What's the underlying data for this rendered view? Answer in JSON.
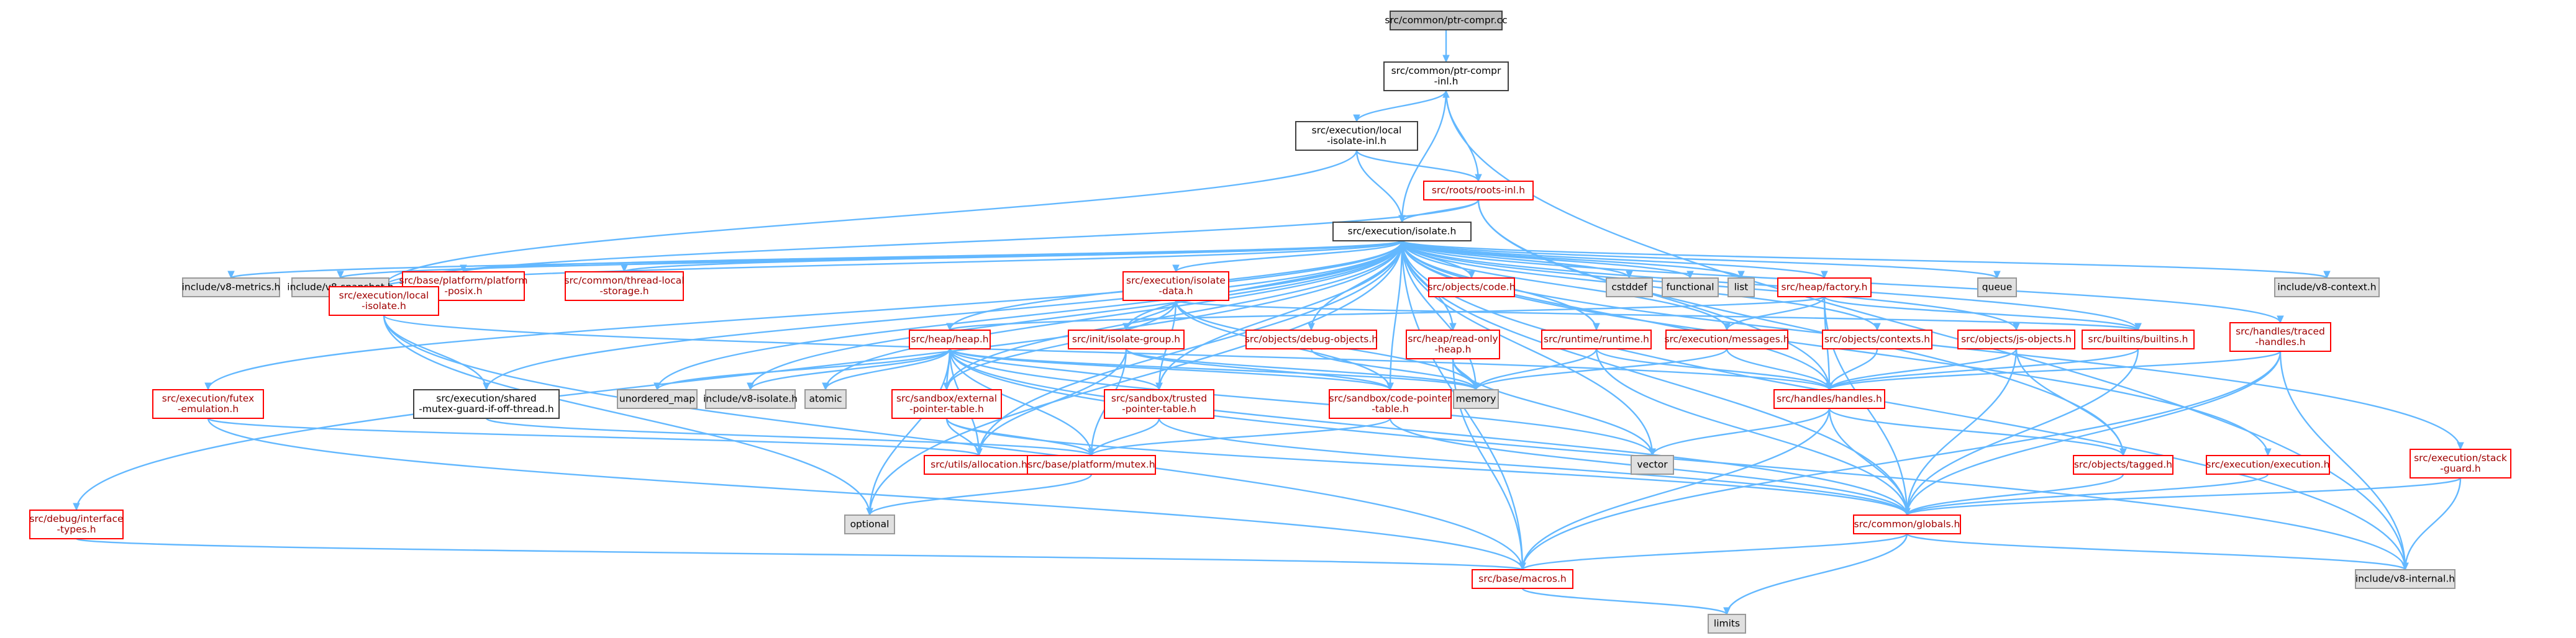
{
  "nodes": [
    {
      "id": "ptr_compr_cc",
      "lines": [
        "src/common/ptr-compr.cc"
      ],
      "style": "start",
      "link": false
    },
    {
      "id": "ptr_compr_inl",
      "lines": [
        "src/common/ptr-compr",
        "-inl.h"
      ],
      "style": "plain",
      "link": true
    },
    {
      "id": "local_isolate_inl",
      "lines": [
        "src/execution/local",
        "-isolate-inl.h"
      ],
      "style": "plain",
      "link": true
    },
    {
      "id": "roots_inl",
      "lines": [
        "src/roots/roots-inl.h"
      ],
      "style": "red",
      "link": true
    },
    {
      "id": "isolate_h",
      "lines": [
        "src/execution/isolate.h"
      ],
      "style": "plain",
      "link": true
    },
    {
      "id": "v8_metrics",
      "lines": [
        "include/v8-metrics.h"
      ],
      "style": "gray",
      "link": false
    },
    {
      "id": "v8_snapshot",
      "lines": [
        "include/v8-snapshot.h"
      ],
      "style": "gray",
      "link": false
    },
    {
      "id": "platform_posix",
      "lines": [
        "src/base/platform/platform",
        "-posix.h"
      ],
      "style": "red",
      "link": true
    },
    {
      "id": "thread_local_storage",
      "lines": [
        "src/common/thread-local",
        "-storage.h"
      ],
      "style": "red",
      "link": true
    },
    {
      "id": "isolate_data",
      "lines": [
        "src/execution/isolate",
        "-data.h"
      ],
      "style": "red",
      "link": true
    },
    {
      "id": "objects_code",
      "lines": [
        "src/objects/code.h"
      ],
      "style": "red",
      "link": true
    },
    {
      "id": "cstddef",
      "lines": [
        "cstddef"
      ],
      "style": "gray",
      "link": false
    },
    {
      "id": "functional",
      "lines": [
        "functional"
      ],
      "style": "gray",
      "link": false
    },
    {
      "id": "list",
      "lines": [
        "list"
      ],
      "style": "gray",
      "link": false
    },
    {
      "id": "heap_factory",
      "lines": [
        "src/heap/factory.h"
      ],
      "style": "red",
      "link": true
    },
    {
      "id": "queue",
      "lines": [
        "queue"
      ],
      "style": "gray",
      "link": false
    },
    {
      "id": "v8_context",
      "lines": [
        "include/v8-context.h"
      ],
      "style": "gray",
      "link": false
    },
    {
      "id": "local_isolate",
      "lines": [
        "src/execution/local",
        "-isolate.h"
      ],
      "style": "red",
      "link": true
    },
    {
      "id": "heap_h",
      "lines": [
        "src/heap/heap.h"
      ],
      "style": "red",
      "link": true
    },
    {
      "id": "isolate_group",
      "lines": [
        "src/init/isolate-group.h"
      ],
      "style": "red",
      "link": true
    },
    {
      "id": "debug_objects",
      "lines": [
        "src/objects/debug-objects.h"
      ],
      "style": "red",
      "link": true
    },
    {
      "id": "read_only_heap",
      "lines": [
        "src/heap/read-only",
        "-heap.h"
      ],
      "style": "red",
      "link": true
    },
    {
      "id": "runtime_h",
      "lines": [
        "src/runtime/runtime.h"
      ],
      "style": "red",
      "link": true
    },
    {
      "id": "messages_h",
      "lines": [
        "src/execution/messages.h"
      ],
      "style": "red",
      "link": true
    },
    {
      "id": "contexts_h",
      "lines": [
        "src/objects/contexts.h"
      ],
      "style": "red",
      "link": true
    },
    {
      "id": "js_objects",
      "lines": [
        "src/objects/js-objects.h"
      ],
      "style": "red",
      "link": true
    },
    {
      "id": "builtins_h",
      "lines": [
        "src/builtins/builtins.h"
      ],
      "style": "red",
      "link": true
    },
    {
      "id": "traced_handles",
      "lines": [
        "src/handles/traced",
        "-handles.h"
      ],
      "style": "red",
      "link": true
    },
    {
      "id": "futex_emulation",
      "lines": [
        "src/execution/futex",
        "-emulation.h"
      ],
      "style": "red",
      "link": true
    },
    {
      "id": "shared_mutex_guard",
      "lines": [
        "src/execution/shared",
        "-mutex-guard-if-off-thread.h"
      ],
      "style": "plain",
      "link": true
    },
    {
      "id": "unordered_map",
      "lines": [
        "unordered_map"
      ],
      "style": "gray",
      "link": false
    },
    {
      "id": "v8_isolate",
      "lines": [
        "include/v8-isolate.h"
      ],
      "style": "gray",
      "link": false
    },
    {
      "id": "atomic",
      "lines": [
        "atomic"
      ],
      "style": "gray",
      "link": false
    },
    {
      "id": "external_pointer_table",
      "lines": [
        "src/sandbox/external",
        "-pointer-table.h"
      ],
      "style": "red",
      "link": true
    },
    {
      "id": "trusted_pointer_table",
      "lines": [
        "src/sandbox/trusted",
        "-pointer-table.h"
      ],
      "style": "red",
      "link": true
    },
    {
      "id": "code_pointer_table",
      "lines": [
        "src/sandbox/code-pointer",
        "-table.h"
      ],
      "style": "red",
      "link": true
    },
    {
      "id": "memory",
      "lines": [
        "memory"
      ],
      "style": "gray",
      "link": false
    },
    {
      "id": "handles_h",
      "lines": [
        "src/handles/handles.h"
      ],
      "style": "red",
      "link": true
    },
    {
      "id": "vector",
      "lines": [
        "vector"
      ],
      "style": "gray",
      "link": false
    },
    {
      "id": "utils_allocation",
      "lines": [
        "src/utils/allocation.h"
      ],
      "style": "red",
      "link": true
    },
    {
      "id": "platform_mutex",
      "lines": [
        "src/base/platform/mutex.h"
      ],
      "style": "red",
      "link": true
    },
    {
      "id": "objects_tagged",
      "lines": [
        "src/objects/tagged.h"
      ],
      "style": "red",
      "link": true
    },
    {
      "id": "execution_execution",
      "lines": [
        "src/execution/execution.h"
      ],
      "style": "red",
      "link": true
    },
    {
      "id": "stack_guard",
      "lines": [
        "src/execution/stack",
        "-guard.h"
      ],
      "style": "red",
      "link": true
    },
    {
      "id": "interface_types",
      "lines": [
        "src/debug/interface",
        "-types.h"
      ],
      "style": "red",
      "link": true
    },
    {
      "id": "optional",
      "lines": [
        "optional"
      ],
      "style": "gray",
      "link": false
    },
    {
      "id": "common_globals",
      "lines": [
        "src/common/globals.h"
      ],
      "style": "red",
      "link": true
    },
    {
      "id": "base_macros",
      "lines": [
        "src/base/macros.h"
      ],
      "style": "red",
      "link": true
    },
    {
      "id": "v8_internal",
      "lines": [
        "include/v8-internal.h"
      ],
      "style": "gray",
      "link": false
    },
    {
      "id": "limits",
      "lines": [
        "limits"
      ],
      "style": "gray",
      "link": false
    }
  ],
  "edges": [
    [
      "ptr_compr_cc",
      "ptr_compr_inl"
    ],
    [
      "ptr_compr_inl",
      "local_isolate_inl"
    ],
    [
      "ptr_compr_inl",
      "isolate_h"
    ],
    [
      "ptr_compr_inl",
      "v8_internal"
    ],
    [
      "local_isolate_inl",
      "roots_inl"
    ],
    [
      "local_isolate_inl",
      "isolate_h"
    ],
    [
      "local_isolate_inl",
      "local_isolate"
    ],
    [
      "roots_inl",
      "ptr_compr_inl"
    ],
    [
      "roots_inl",
      "isolate_h"
    ],
    [
      "roots_inl",
      "local_isolate"
    ],
    [
      "roots_inl",
      "handles_h"
    ],
    [
      "roots_inl",
      "objects_tagged"
    ],
    [
      "isolate_h",
      "v8_metrics"
    ],
    [
      "isolate_h",
      "v8_snapshot"
    ],
    [
      "isolate_h",
      "platform_posix"
    ],
    [
      "isolate_h",
      "thread_local_storage"
    ],
    [
      "isolate_h",
      "isolate_data"
    ],
    [
      "isolate_h",
      "objects_code"
    ],
    [
      "isolate_h",
      "cstddef"
    ],
    [
      "isolate_h",
      "functional"
    ],
    [
      "isolate_h",
      "list"
    ],
    [
      "isolate_h",
      "heap_factory"
    ],
    [
      "isolate_h",
      "queue"
    ],
    [
      "isolate_h",
      "v8_context"
    ],
    [
      "isolate_h",
      "local_isolate"
    ],
    [
      "isolate_h",
      "heap_h"
    ],
    [
      "isolate_h",
      "isolate_group"
    ],
    [
      "isolate_h",
      "debug_objects"
    ],
    [
      "isolate_h",
      "read_only_heap"
    ],
    [
      "isolate_h",
      "runtime_h"
    ],
    [
      "isolate_h",
      "messages_h"
    ],
    [
      "isolate_h",
      "contexts_h"
    ],
    [
      "isolate_h",
      "js_objects"
    ],
    [
      "isolate_h",
      "builtins_h"
    ],
    [
      "isolate_h",
      "traced_handles"
    ],
    [
      "isolate_h",
      "futex_emulation"
    ],
    [
      "isolate_h",
      "shared_mutex_guard"
    ],
    [
      "isolate_h",
      "unordered_map"
    ],
    [
      "isolate_h",
      "v8_isolate"
    ],
    [
      "isolate_h",
      "atomic"
    ],
    [
      "isolate_h",
      "external_pointer_table"
    ],
    [
      "isolate_h",
      "trusted_pointer_table"
    ],
    [
      "isolate_h",
      "code_pointer_table"
    ],
    [
      "isolate_h",
      "memory"
    ],
    [
      "isolate_h",
      "handles_h"
    ],
    [
      "isolate_h",
      "vector"
    ],
    [
      "isolate_h",
      "utils_allocation"
    ],
    [
      "isolate_h",
      "execution_execution"
    ],
    [
      "isolate_h",
      "stack_guard"
    ],
    [
      "isolate_h",
      "interface_types"
    ],
    [
      "isolate_h",
      "optional"
    ],
    [
      "isolate_h",
      "common_globals"
    ],
    [
      "isolate_h",
      "base_macros"
    ],
    [
      "isolate_h",
      "v8_internal"
    ],
    [
      "isolate_data",
      "isolate_group"
    ],
    [
      "isolate_data",
      "external_pointer_table"
    ],
    [
      "isolate_data",
      "trusted_pointer_table"
    ],
    [
      "isolate_data",
      "code_pointer_table"
    ],
    [
      "isolate_data",
      "builtins_h"
    ],
    [
      "isolate_data",
      "memory"
    ],
    [
      "heap_factory",
      "heap_h"
    ],
    [
      "heap_factory",
      "builtins_h"
    ],
    [
      "heap_factory",
      "messages_h"
    ],
    [
      "heap_factory",
      "handles_h"
    ],
    [
      "heap_factory",
      "common_globals"
    ],
    [
      "local_isolate",
      "shared_mutex_guard"
    ],
    [
      "local_isolate",
      "handles_h"
    ],
    [
      "local_isolate",
      "optional"
    ],
    [
      "local_isolate",
      "base_macros"
    ],
    [
      "heap_h",
      "unordered_map"
    ],
    [
      "heap_h",
      "v8_isolate"
    ],
    [
      "heap_h",
      "atomic"
    ],
    [
      "heap_h",
      "external_pointer_table"
    ],
    [
      "heap_h",
      "trusted_pointer_table"
    ],
    [
      "heap_h",
      "code_pointer_table"
    ],
    [
      "heap_h",
      "memory"
    ],
    [
      "heap_h",
      "vector"
    ],
    [
      "heap_h",
      "utils_allocation"
    ],
    [
      "heap_h",
      "platform_mutex"
    ],
    [
      "heap_h",
      "optional"
    ],
    [
      "heap_h",
      "common_globals"
    ],
    [
      "heap_h",
      "v8_internal"
    ],
    [
      "isolate_group",
      "code_pointer_table"
    ],
    [
      "isolate_group",
      "memory"
    ],
    [
      "isolate_group",
      "platform_mutex"
    ],
    [
      "isolate_group",
      "utils_allocation"
    ],
    [
      "debug_objects",
      "memory"
    ],
    [
      "read_only_heap",
      "memory"
    ],
    [
      "read_only_heap",
      "vector"
    ],
    [
      "read_only_heap",
      "base_macros"
    ],
    [
      "runtime_h",
      "memory"
    ],
    [
      "runtime_h",
      "handles_h"
    ],
    [
      "runtime_h",
      "common_globals"
    ],
    [
      "messages_h",
      "handles_h"
    ],
    [
      "messages_h",
      "memory"
    ],
    [
      "contexts_h",
      "handles_h"
    ],
    [
      "js_objects",
      "handles_h"
    ],
    [
      "js_objects",
      "objects_tagged"
    ],
    [
      "js_objects",
      "common_globals"
    ],
    [
      "builtins_h",
      "handles_h"
    ],
    [
      "builtins_h",
      "common_globals"
    ],
    [
      "traced_handles",
      "handles_h"
    ],
    [
      "traced_handles",
      "common_globals"
    ],
    [
      "traced_handles",
      "v8_internal"
    ],
    [
      "traced_handles",
      "base_macros"
    ],
    [
      "futex_emulation",
      "utils_allocation"
    ],
    [
      "futex_emulation",
      "base_macros"
    ],
    [
      "shared_mutex_guard",
      "platform_mutex"
    ],
    [
      "external_pointer_table",
      "utils_allocation"
    ],
    [
      "external_pointer_table",
      "platform_mutex"
    ],
    [
      "external_pointer_table",
      "common_globals"
    ],
    [
      "trusted_pointer_table",
      "platform_mutex"
    ],
    [
      "trusted_pointer_table",
      "common_globals"
    ],
    [
      "code_pointer_table",
      "platform_mutex"
    ],
    [
      "code_pointer_table",
      "common_globals"
    ],
    [
      "handles_h",
      "vector"
    ],
    [
      "handles_h",
      "objects_tagged"
    ],
    [
      "handles_h",
      "common_globals"
    ],
    [
      "handles_h",
      "base_macros"
    ],
    [
      "platform_mutex",
      "optional"
    ],
    [
      "objects_tagged",
      "common_globals"
    ],
    [
      "execution_execution",
      "common_globals"
    ],
    [
      "stack_guard",
      "common_globals"
    ],
    [
      "stack_guard",
      "v8_internal"
    ],
    [
      "interface_types",
      "base_macros"
    ],
    [
      "common_globals",
      "base_macros"
    ],
    [
      "common_globals",
      "v8_internal"
    ],
    [
      "common_globals",
      "limits"
    ],
    [
      "base_macros",
      "limits"
    ]
  ]
}
